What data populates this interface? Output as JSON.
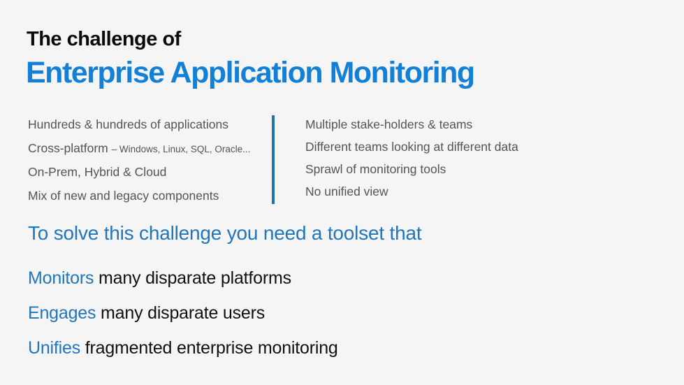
{
  "slide": {
    "kicker": "The challenge of",
    "title": "Enterprise Application Monitoring",
    "columns": {
      "left": [
        {
          "text": "Hundreds & hundreds of applications",
          "suffix": ""
        },
        {
          "text": "Cross-platform ",
          "suffix": "– Windows, Linux, SQL, Oracle..."
        },
        {
          "text": "On-Prem, Hybrid & Cloud",
          "suffix": ""
        },
        {
          "text": "Mix of new and legacy components",
          "suffix": ""
        }
      ],
      "right": [
        {
          "text": "Multiple stake-holders & teams"
        },
        {
          "text": "Different teams looking at different data"
        },
        {
          "text": "Sprawl of monitoring tools"
        },
        {
          "text": "No unified view"
        }
      ]
    },
    "solve_line": "To solve this challenge you need a toolset that",
    "capabilities": [
      {
        "keyword": "Monitors",
        "rest": " many disparate platforms"
      },
      {
        "keyword": "Engages",
        "rest": " many disparate users"
      },
      {
        "keyword": "Unifies",
        "rest": " fragmented enterprise monitoring"
      }
    ],
    "colors": {
      "title_blue": "#1380d8",
      "accent_blue": "#2176bb",
      "divider_blue": "#1e74ae",
      "body_gray": "#545454",
      "text_black": "#101010",
      "background": "#f5f5f5"
    }
  }
}
